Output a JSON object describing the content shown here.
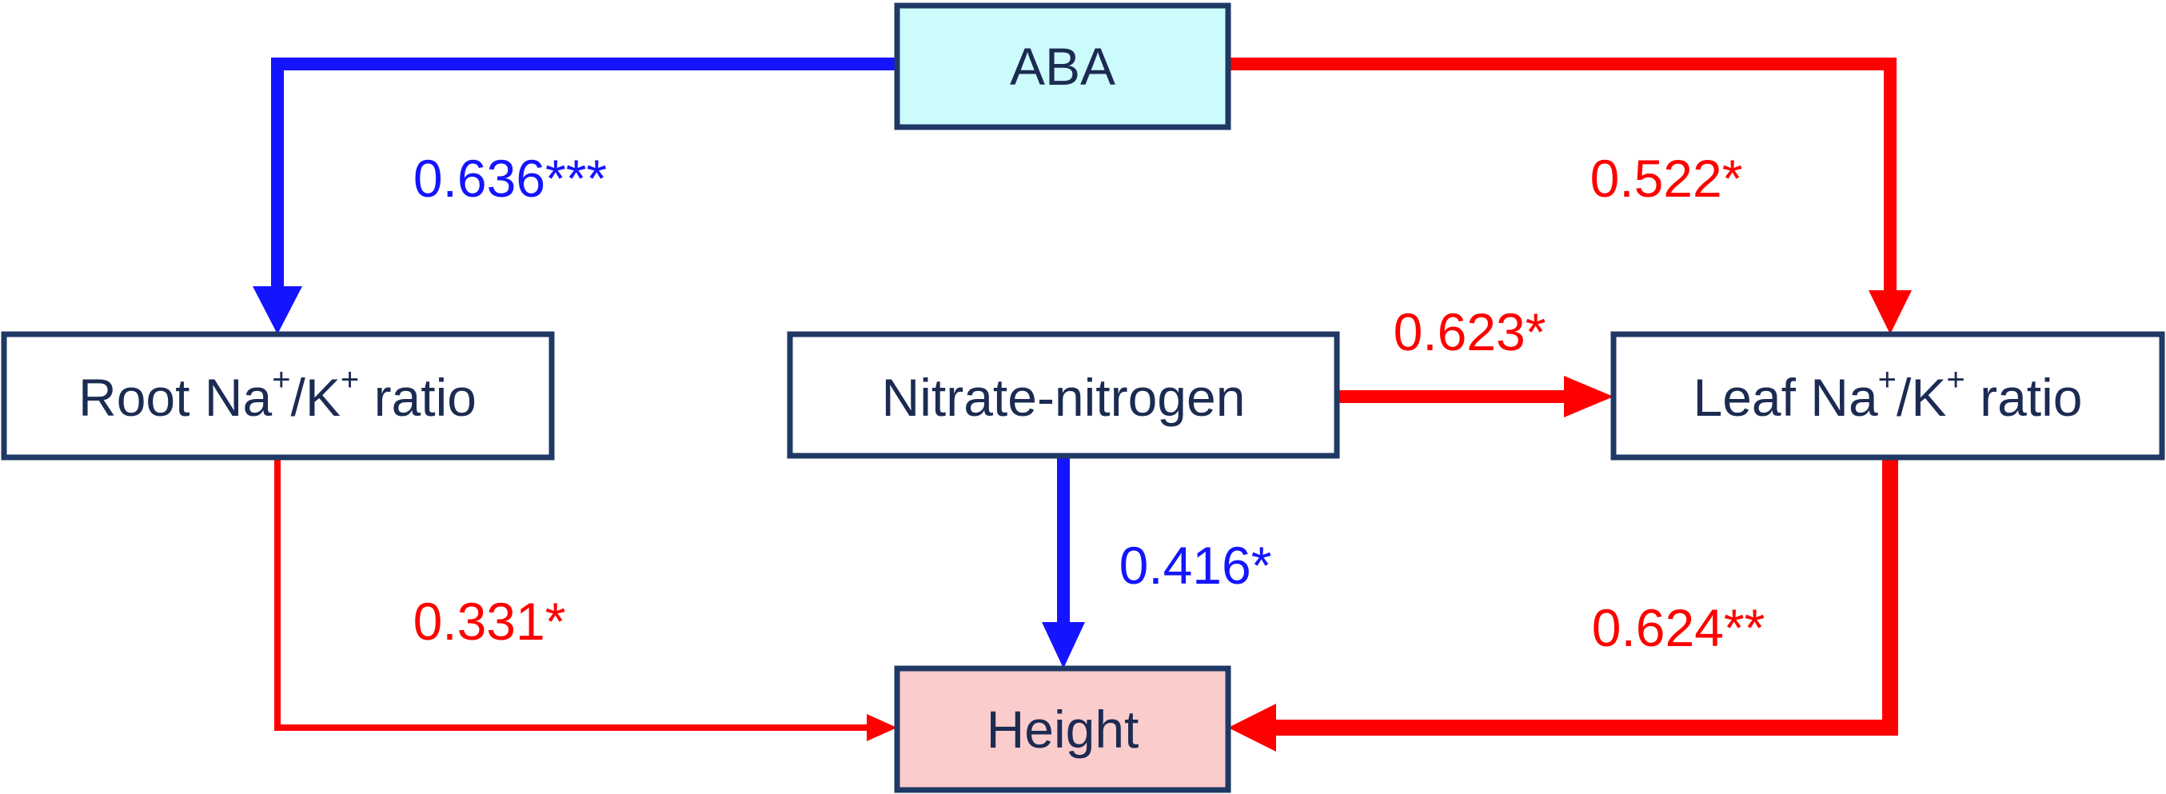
{
  "colors": {
    "positive": "#ff0000",
    "negative": "#1414ff",
    "box_border": "#1f3864",
    "text": "#1c2b52",
    "aba_fill": "#ccfbfb",
    "height_fill": "#fbcccc",
    "default_fill": "#ffffff"
  },
  "nodes": {
    "aba": {
      "label": "ABA"
    },
    "root": {
      "label_pre": "Root Na",
      "sup1": "+",
      "label_mid": "/K",
      "sup2": "+",
      "label_post": " ratio"
    },
    "nitrate": {
      "label": "Nitrate-nitrogen"
    },
    "leaf": {
      "label_pre": "Leaf Na",
      "sup1": "+",
      "label_mid": "/K",
      "sup2": "+",
      "label_post": " ratio"
    },
    "height": {
      "label": "Height"
    }
  },
  "paths": {
    "aba_to_root": {
      "coefficient": "0.636***",
      "sign": "negative"
    },
    "aba_to_leaf": {
      "coefficient": "0.522*",
      "sign": "positive"
    },
    "nitrate_to_leaf": {
      "coefficient": "0.623*",
      "sign": "positive"
    },
    "nitrate_to_height": {
      "coefficient": "0.416*",
      "sign": "negative"
    },
    "root_to_height": {
      "coefficient": "0.331*",
      "sign": "positive"
    },
    "leaf_to_height": {
      "coefficient": "0.624**",
      "sign": "positive"
    }
  }
}
